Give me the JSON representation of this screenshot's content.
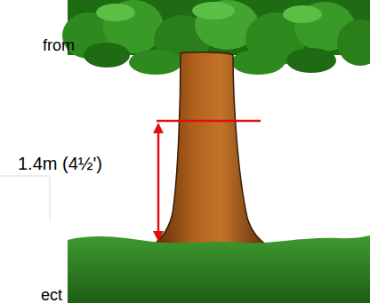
{
  "diagram": {
    "labels": [
      "from",
      "1.4m (4½')",
      "ect"
    ]
  }
}
